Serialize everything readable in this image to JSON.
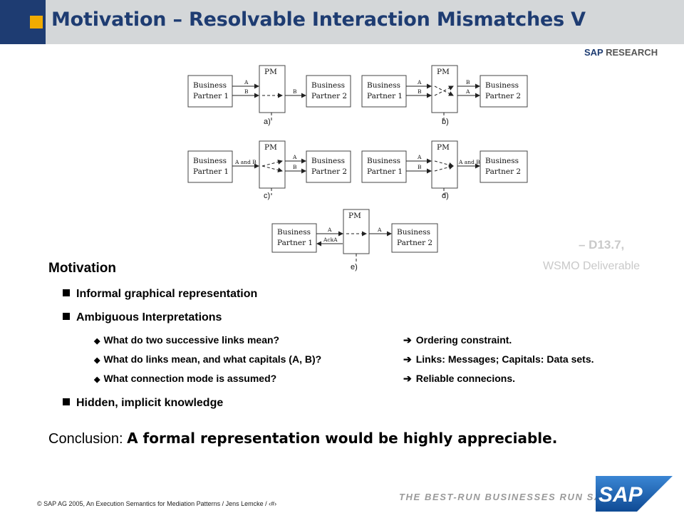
{
  "header": {
    "title": "Motivation – Resolvable Interaction Mismatches V",
    "brand_left": "SAP",
    "brand_right": "RESEARCH"
  },
  "diagram": {
    "pm_label": "PM",
    "partner1_line1": "Business",
    "partner1_line2": "Partner 1",
    "partner2_line1": "Business",
    "partner2_line2": "Partner 2",
    "msg_a": "A",
    "msg_b": "B",
    "msg_a_and_b": "A and B",
    "msg_acka": "AckA",
    "captions": [
      "a)",
      "b)",
      "c)",
      "d)",
      "e)"
    ]
  },
  "reference": {
    "line1": "– D13.7,",
    "line2": "WSMO Deliverable"
  },
  "content": {
    "section_title": "Motivation",
    "bullet1": "Informal graphical representation",
    "bullet2": "Ambiguous Interpretations",
    "questions": [
      {
        "q": "What do two successive links mean?",
        "a": "Ordering constraint."
      },
      {
        "q": "What do links mean, and what capitals (A, B)?",
        "a": "Links: Messages;  Capitals: Data sets."
      },
      {
        "q": "What connection mode is assumed?",
        "a": "Reliable connecions."
      }
    ],
    "bullet3": "Hidden, implicit knowledge",
    "conclusion_label": "Conclusion:",
    "conclusion_text": "A formal representation would be highly appreciable."
  },
  "footer": {
    "text": "SAP AG 2005, An Execution Semantics for Mediation Patterns / Jens Lemcke / ‹#›",
    "slogan": "THE BEST-RUN BUSINESSES RUN SAP",
    "logo": "SAP"
  },
  "colors": {
    "header_bg": "#d4d7d9",
    "header_blue": "#1e3c72",
    "accent_orange": "#f0ab00",
    "logo_blue": "#1a5aa8"
  }
}
